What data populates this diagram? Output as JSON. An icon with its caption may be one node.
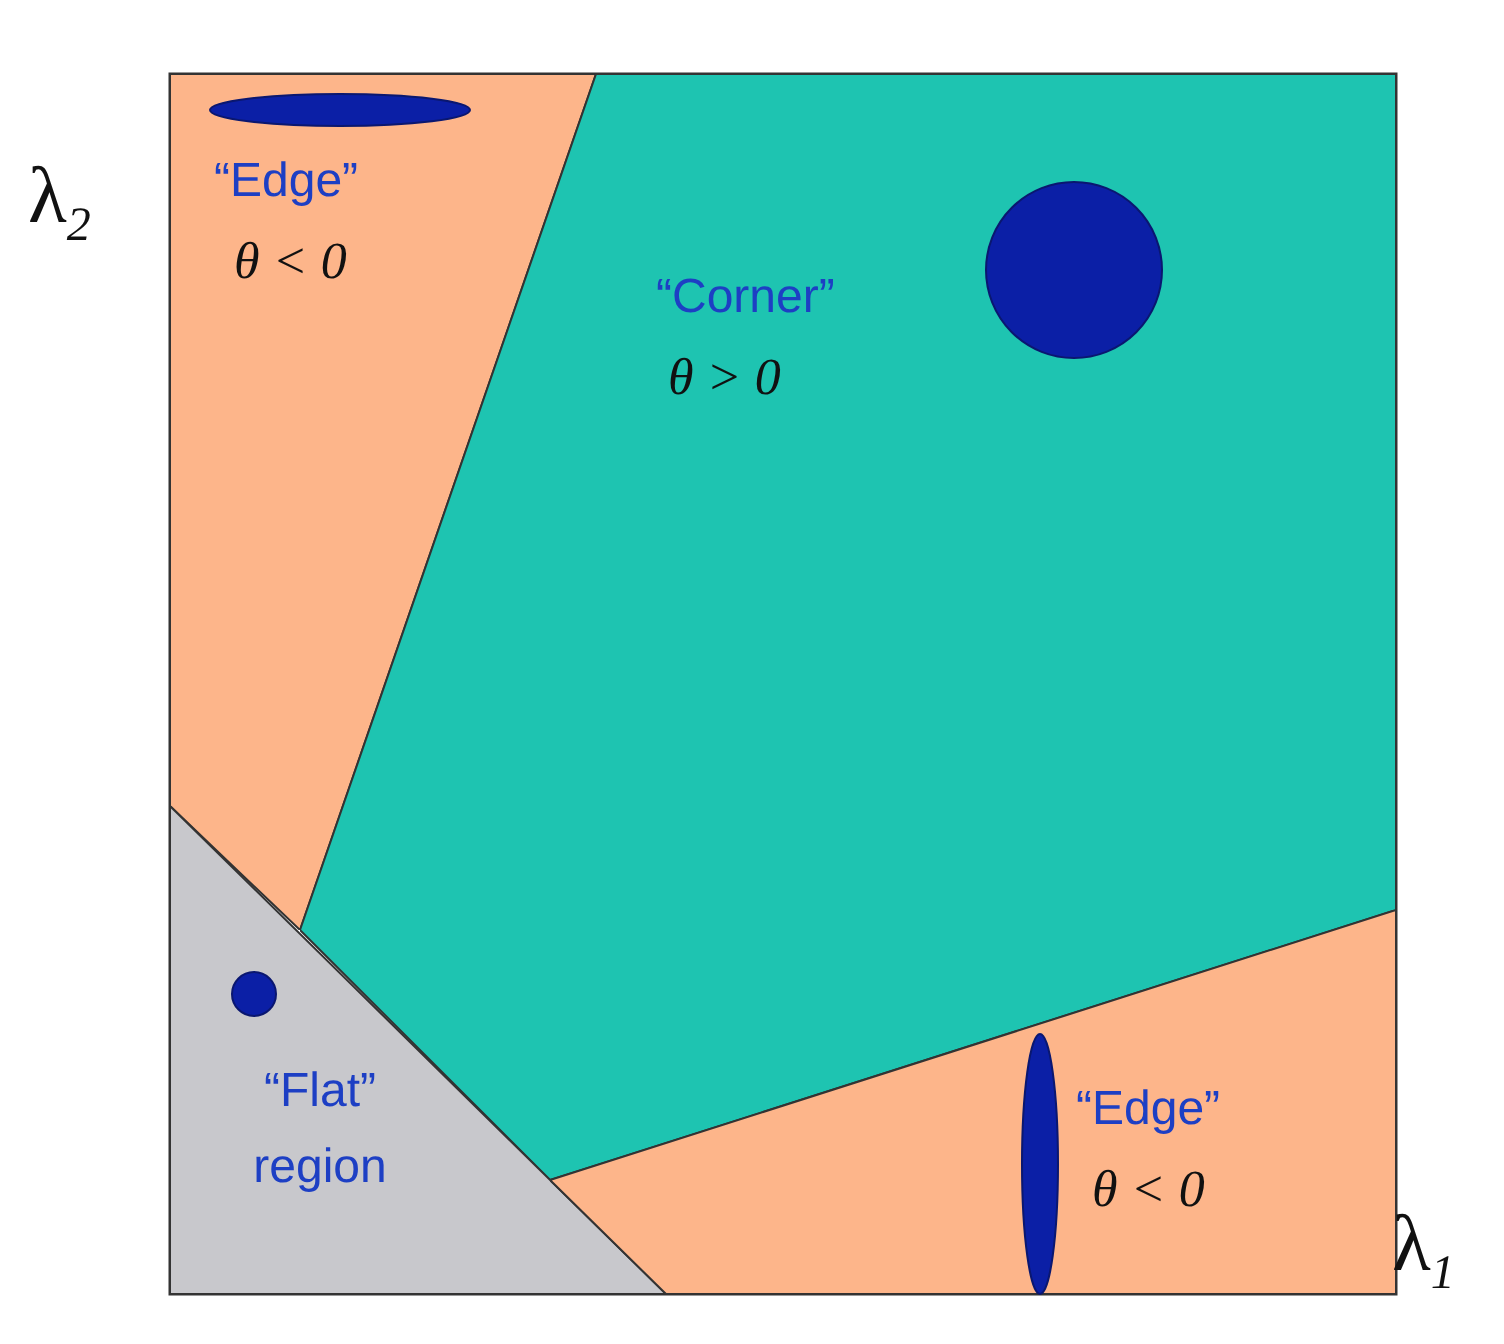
{
  "diagram": {
    "nodes": [
      {
        "text": [
          "“Edge”",
          "θ < 0"
        ]
      },
      {
        "text": [
          "“Corner”",
          "θ > 0"
        ]
      },
      {
        "text": [
          "“Flat” region"
        ]
      },
      {
        "text": [
          "“Edge”",
          "θ < 0"
        ]
      }
    ],
    "labels": [
      "λ$_{2}$",
      "λ$_{1}$"
    ]
  }
}
